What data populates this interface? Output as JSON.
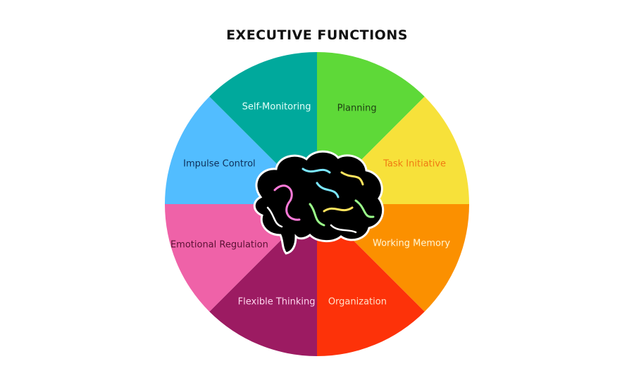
{
  "title": "EXECUTIVE FUNCTIONS",
  "center_icon": "brain-icon",
  "colors": {
    "brain": "#000000",
    "brain_veins": [
      "#ff7ad9",
      "#7be7ff",
      "#ffe45e",
      "#9bff8a",
      "#ffffff"
    ]
  },
  "segments": [
    {
      "label": "Planning",
      "color": "#5ed938",
      "text_color": "#1f3f14"
    },
    {
      "label": "Task Initiative",
      "color": "#f7e13a",
      "text_color": "#f07a12"
    },
    {
      "label": "Working Memory",
      "color": "#fb9000",
      "text_color": "#fff7d6"
    },
    {
      "label": "Organization",
      "color": "#fd3209",
      "text_color": "#ffe0c8"
    },
    {
      "label": "Flexible Thinking",
      "color": "#9c1b62",
      "text_color": "#ffd6ee"
    },
    {
      "label": "Emotional Regulation",
      "color": "#ef62a8",
      "text_color": "#5a1033"
    },
    {
      "label": "Impulse Control",
      "color": "#52bdff",
      "text_color": "#0e2f59"
    },
    {
      "label": "Self-Monitoring",
      "color": "#00a99c",
      "text_color": "#e5fff9"
    }
  ]
}
